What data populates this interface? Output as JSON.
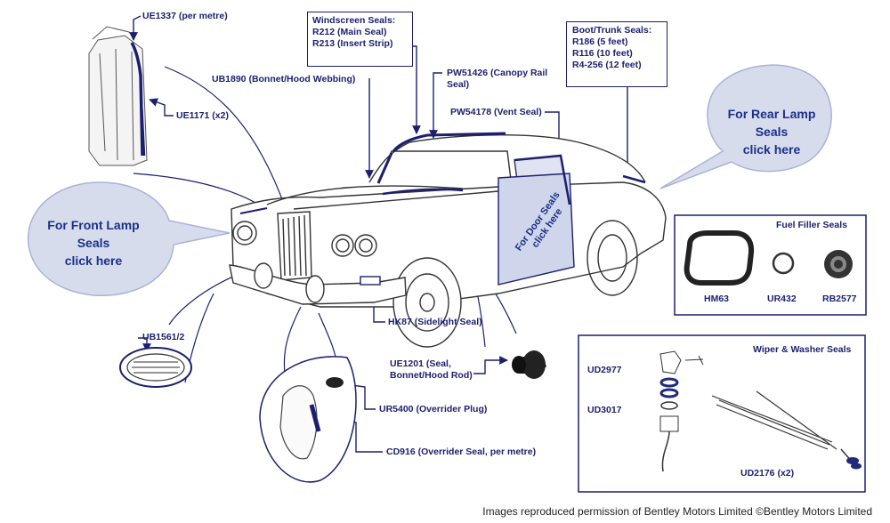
{
  "colors": {
    "navy": "#1c1f6e",
    "bubble_fill": "#d7dced",
    "bubble_stroke": "#a9b2d6",
    "door_fill": "#cfd5ea",
    "seal_dark": "#1f2a7a"
  },
  "callouts": {
    "ue1337": "UE1337 (per metre)",
    "ue1171": "UE1171 (x2)",
    "ub1890": "UB1890 (Bonnet/Hood Webbing)",
    "pw51426": "PW51426 (Canopy Rail Seal)",
    "pw54178": "PW54178 (Vent Seal)",
    "hk87": "HK87 (Sidelight Seal)",
    "ue1201": "UE1201 (Seal, Bonnet/Hood Rod)",
    "ur5400": "UR5400 (Overrider Plug)",
    "cd916": "CD916 (Overrider Seal, per metre)",
    "ub1561": "UB1561/2"
  },
  "windscreen": {
    "title": "Windscreen Seals:",
    "lines": [
      "R212 (Main Seal)",
      "R213 (Insert Strip)"
    ]
  },
  "boot": {
    "title": "Boot/Trunk Seals:",
    "lines": [
      "R186 (5 feet)",
      "R116 (10 feet)",
      "R4-256 (12 feet)"
    ]
  },
  "bubbles": {
    "rear_lamp": [
      "For Rear Lamp",
      "Seals",
      "click here"
    ],
    "front_lamp": [
      "For Front Lamp",
      "Seals",
      "click here"
    ],
    "door": [
      "For Door Seals",
      "click here"
    ]
  },
  "fuel_panel": {
    "title": "Fuel Filler Seals",
    "parts": [
      "HM63",
      "UR432",
      "RB2577"
    ]
  },
  "wiper_panel": {
    "title": "Wiper & Washer Seals",
    "parts": [
      "UD2977",
      "UD3017",
      "UD2176 (x2)"
    ]
  },
  "credit": "Images reproduced permission of Bentley Motors Limited ©Bentley Motors Limited"
}
